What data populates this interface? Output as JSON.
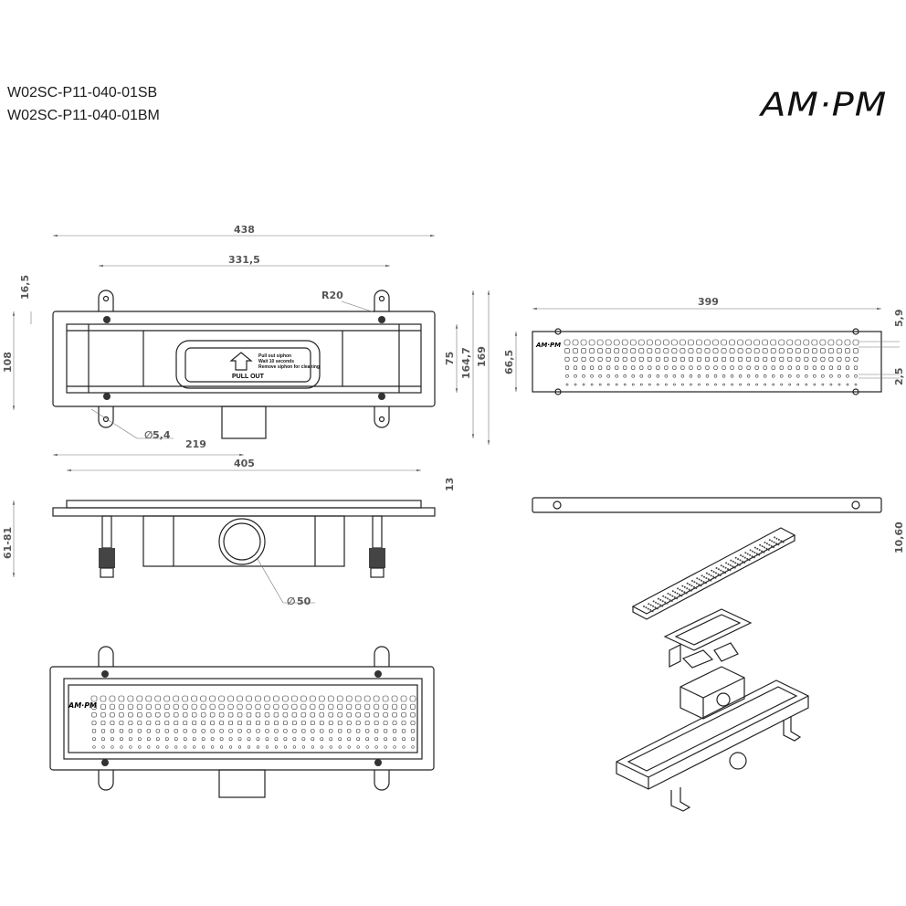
{
  "header": {
    "model_codes": [
      "W02SC-P11-040-01SB",
      "W02SC-P11-040-01BM"
    ],
    "logo": "AM·PM"
  },
  "top_view": {
    "dims": {
      "overall_length": "438",
      "tab_spacing": "331,5",
      "inner_length": "405",
      "outlet_offset": "219",
      "height": "108",
      "tab_offset": "16,5",
      "inner_width": "75",
      "width_164": "164,7",
      "width_169": "169",
      "radius": "R20",
      "hole": "5,4"
    },
    "siphon_label": {
      "lines": [
        "Pull out siphon",
        "Wait 10 seconds",
        "Remove siphon for cleaning"
      ],
      "action": "PULL OUT"
    }
  },
  "side_view": {
    "dims": {
      "flange": "13",
      "height_range": "61-81",
      "pipe": "50"
    }
  },
  "grating_view": {
    "logo": "AM·PM",
    "dims": {
      "length": "399",
      "width": "66,5",
      "top_margin": "5,9",
      "hole_gap": "2,5",
      "thickness": "10,60"
    }
  }
}
